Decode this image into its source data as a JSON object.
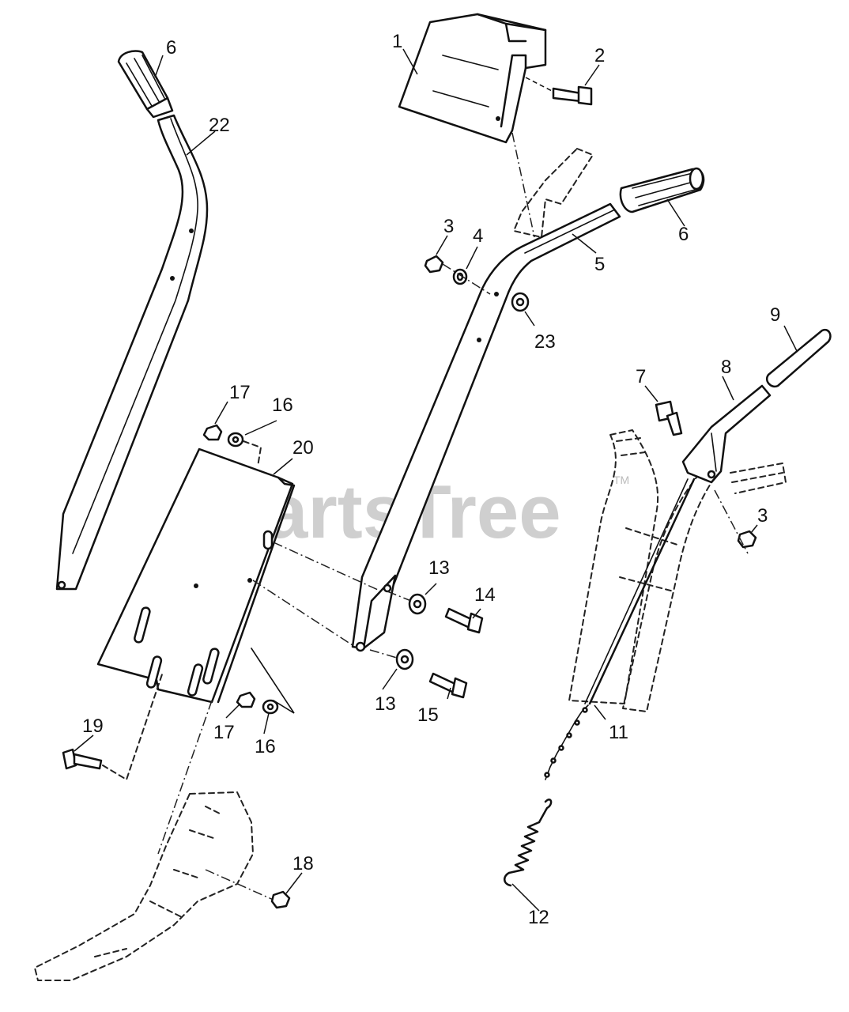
{
  "watermark": {
    "text": "PartsTree",
    "trademark": "TM"
  },
  "parts": [
    {
      "id": "p1",
      "number": "1",
      "name": "Control panel"
    },
    {
      "id": "p2",
      "number": "2",
      "name": "Screw"
    },
    {
      "id": "p3",
      "number": "3",
      "name": "Nut"
    },
    {
      "id": "p3b",
      "number": "3",
      "name": "Nut"
    },
    {
      "id": "p4",
      "number": "4",
      "name": "Washer"
    },
    {
      "id": "p5",
      "number": "5",
      "name": "Upper handle right"
    },
    {
      "id": "p6",
      "number": "6",
      "name": "Grip"
    },
    {
      "id": "p6b",
      "number": "6",
      "name": "Grip"
    },
    {
      "id": "p7",
      "number": "7",
      "name": "Shoulder bolt"
    },
    {
      "id": "p8",
      "number": "8",
      "name": "Control lever"
    },
    {
      "id": "p9",
      "number": "9",
      "name": "Lever grip"
    },
    {
      "id": "p11",
      "number": "11",
      "name": "Control cable"
    },
    {
      "id": "p12",
      "number": "12",
      "name": "Spring"
    },
    {
      "id": "p13",
      "number": "13",
      "name": "Washer"
    },
    {
      "id": "p13b",
      "number": "13",
      "name": "Washer"
    },
    {
      "id": "p14",
      "number": "14",
      "name": "Bolt"
    },
    {
      "id": "p15",
      "number": "15",
      "name": "Bolt"
    },
    {
      "id": "p16",
      "number": "16",
      "name": "Lock washer"
    },
    {
      "id": "p16b",
      "number": "16",
      "name": "Lock washer"
    },
    {
      "id": "p17",
      "number": "17",
      "name": "Nut"
    },
    {
      "id": "p17b",
      "number": "17",
      "name": "Nut"
    },
    {
      "id": "p18",
      "number": "18",
      "name": "Nut"
    },
    {
      "id": "p19",
      "number": "19",
      "name": "Bolt"
    },
    {
      "id": "p20",
      "number": "20",
      "name": "Handle panel"
    },
    {
      "id": "p22",
      "number": "22",
      "name": "Upper handle left"
    },
    {
      "id": "p23",
      "number": "23",
      "name": "Washer"
    }
  ]
}
